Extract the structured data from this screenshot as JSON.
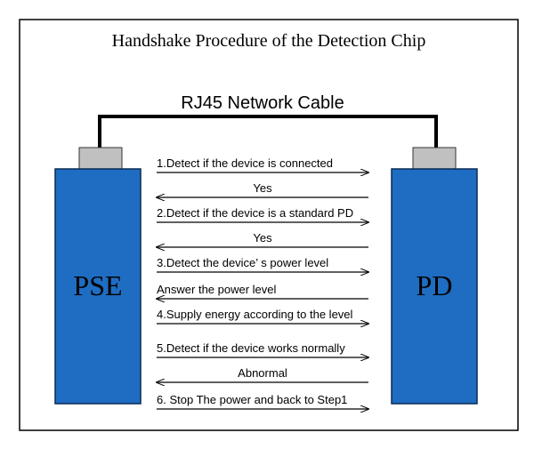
{
  "title": "Handshake Procedure of the Detection Chip",
  "cable_label": "RJ45 Network Cable",
  "devices": {
    "left": "PSE",
    "right": "PD"
  },
  "colors": {
    "device_fill": "#1f6dc2",
    "device_stroke": "#0a2a52",
    "connector_fill": "#c0c0c0",
    "cable": "#000000",
    "frame": "#000000"
  },
  "steps": [
    {
      "label": "1.Detect if the device is connected",
      "direction": "right"
    },
    {
      "label": "Yes",
      "direction": "left"
    },
    {
      "label": "2.Detect if the device is a standard PD",
      "direction": "right"
    },
    {
      "label": "Yes",
      "direction": "left"
    },
    {
      "label": "3.Detect the device’ s power level",
      "direction": "right"
    },
    {
      "label": "Answer the power level",
      "direction": "left"
    },
    {
      "label": "4.Supply energy according to the level",
      "direction": "right"
    },
    {
      "label": "5.Detect if the device works normally",
      "direction": "right"
    },
    {
      "label": "Abnormal",
      "direction": "left"
    },
    {
      "label": "6. Stop The power and back to Step1",
      "direction": "right"
    }
  ]
}
